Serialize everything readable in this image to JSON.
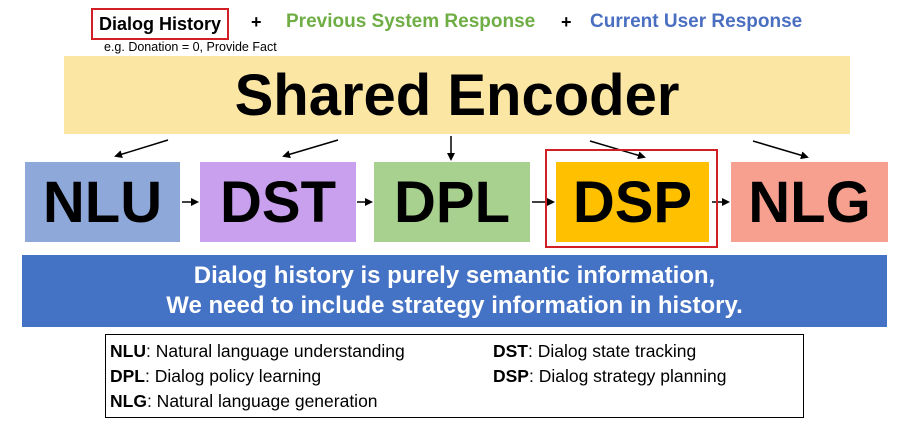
{
  "inputs": {
    "dialog_history": "Dialog History",
    "plus": "+",
    "previous_system_response": "Previous System Response",
    "current_user_response": "Current User Response",
    "example_note": "e.g. Donation = 0, Provide Fact",
    "colors": {
      "highlight": "#d21f26",
      "previous_system": "#6fad45",
      "current_user": "#4a6fc1"
    }
  },
  "encoder": {
    "label": "Shared Encoder",
    "color": "#fbe6a4"
  },
  "modules": [
    {
      "key": "nlu",
      "label": "NLU",
      "color": "#8ea9d9"
    },
    {
      "key": "dst",
      "label": "DST",
      "color": "#c8a0ee"
    },
    {
      "key": "dpl",
      "label": "DPL",
      "color": "#a8d08e"
    },
    {
      "key": "dsp",
      "label": "DSP",
      "color": "#ffc000",
      "highlighted": true
    },
    {
      "key": "nlg",
      "label": "NLG",
      "color": "#f7a08f"
    }
  ],
  "banner": {
    "line1": "Dialog history is purely semantic information,",
    "line2": "We need to include strategy information in history.",
    "color": "#4472c4"
  },
  "legend": [
    {
      "abbr": "NLU",
      "text": ": Natural language understanding"
    },
    {
      "abbr": "DST",
      "text": ": Dialog state tracking"
    },
    {
      "abbr": "DPL",
      "text": ": Dialog policy learning"
    },
    {
      "abbr": "DSP",
      "text": ": Dialog strategy planning"
    },
    {
      "abbr": "NLG",
      "text": ": Natural language generation"
    }
  ]
}
